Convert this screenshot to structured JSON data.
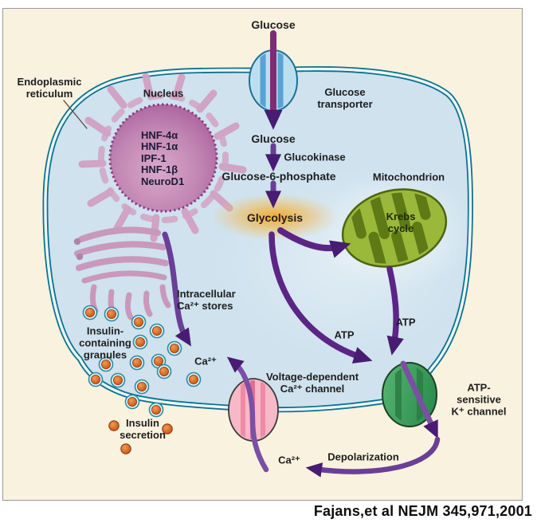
{
  "citation": "Fajans,et al NEJM 345,971,2001",
  "labels": {
    "glucose_top": "Glucose",
    "glucose_transporter": "Glucose\ntransporter",
    "nucleus": "Nucleus",
    "endoplasmic_reticulum": "Endoplasmic\nreticulum",
    "transcription_factors": "HNF-4α\nHNF-1α\nIPF-1\nHNF-1β\nNeuroD1",
    "glucose_inner": "Glucose",
    "glucokinase": "Glucokinase",
    "glucose_6_phosphate": "Glucose-6-phosphate",
    "glycolysis": "Glycolysis",
    "mitochondrion": "Mitochondrion",
    "krebs_cycle": "Krebs\ncycle",
    "intracellular_ca_stores": "Intracellular\nCa²⁺ stores",
    "ca_cytosol": "Ca²⁺",
    "insulin_granules": "Insulin-\ncontaining\ngranules",
    "voltage_ca_channel": "Voltage-dependent\nCa²⁺ channel",
    "atp_from_glycolysis": "ATP",
    "atp_from_mitochondrion": "ATP",
    "atp_k_channel": "ATP-sensitive\nK⁺ channel",
    "ca_extracellular": "Ca²⁺",
    "depolarization": "Depolarization",
    "insulin_secretion": "Insulin\nsecretion"
  },
  "colors": {
    "panel_bg": "#f9f2df",
    "cytoplasm": "#cfe2ee",
    "membrane_teal": "#0c7390",
    "nucleus_mauve": "#bb74aa",
    "er_pink": "#d2a0c2",
    "mitochondrion_green": "#93b83a",
    "glycolysis_glow": "#f5a51d",
    "granule_orange": "#c95c1f",
    "arrow_purple": "#5b2586"
  }
}
